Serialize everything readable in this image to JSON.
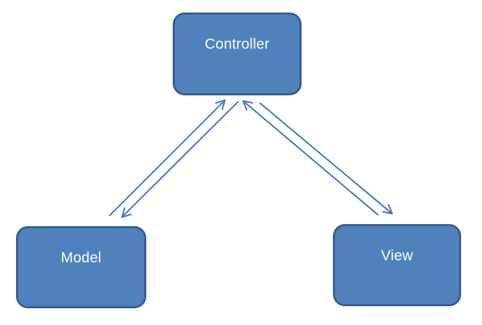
{
  "diagram": {
    "nodes": [
      {
        "id": "controller",
        "label": "Controller"
      },
      {
        "id": "model",
        "label": "Model"
      },
      {
        "id": "view",
        "label": "View"
      }
    ],
    "edges": [
      {
        "from": "model",
        "to": "controller"
      },
      {
        "from": "controller",
        "to": "model"
      },
      {
        "from": "view",
        "to": "controller"
      },
      {
        "from": "controller",
        "to": "view"
      }
    ],
    "colors": {
      "node_fill": "#4f81bd",
      "node_border": "#385d8a",
      "node_text": "#ffffff",
      "arrow": "#4a7ebb",
      "background": "#ffffff"
    }
  }
}
